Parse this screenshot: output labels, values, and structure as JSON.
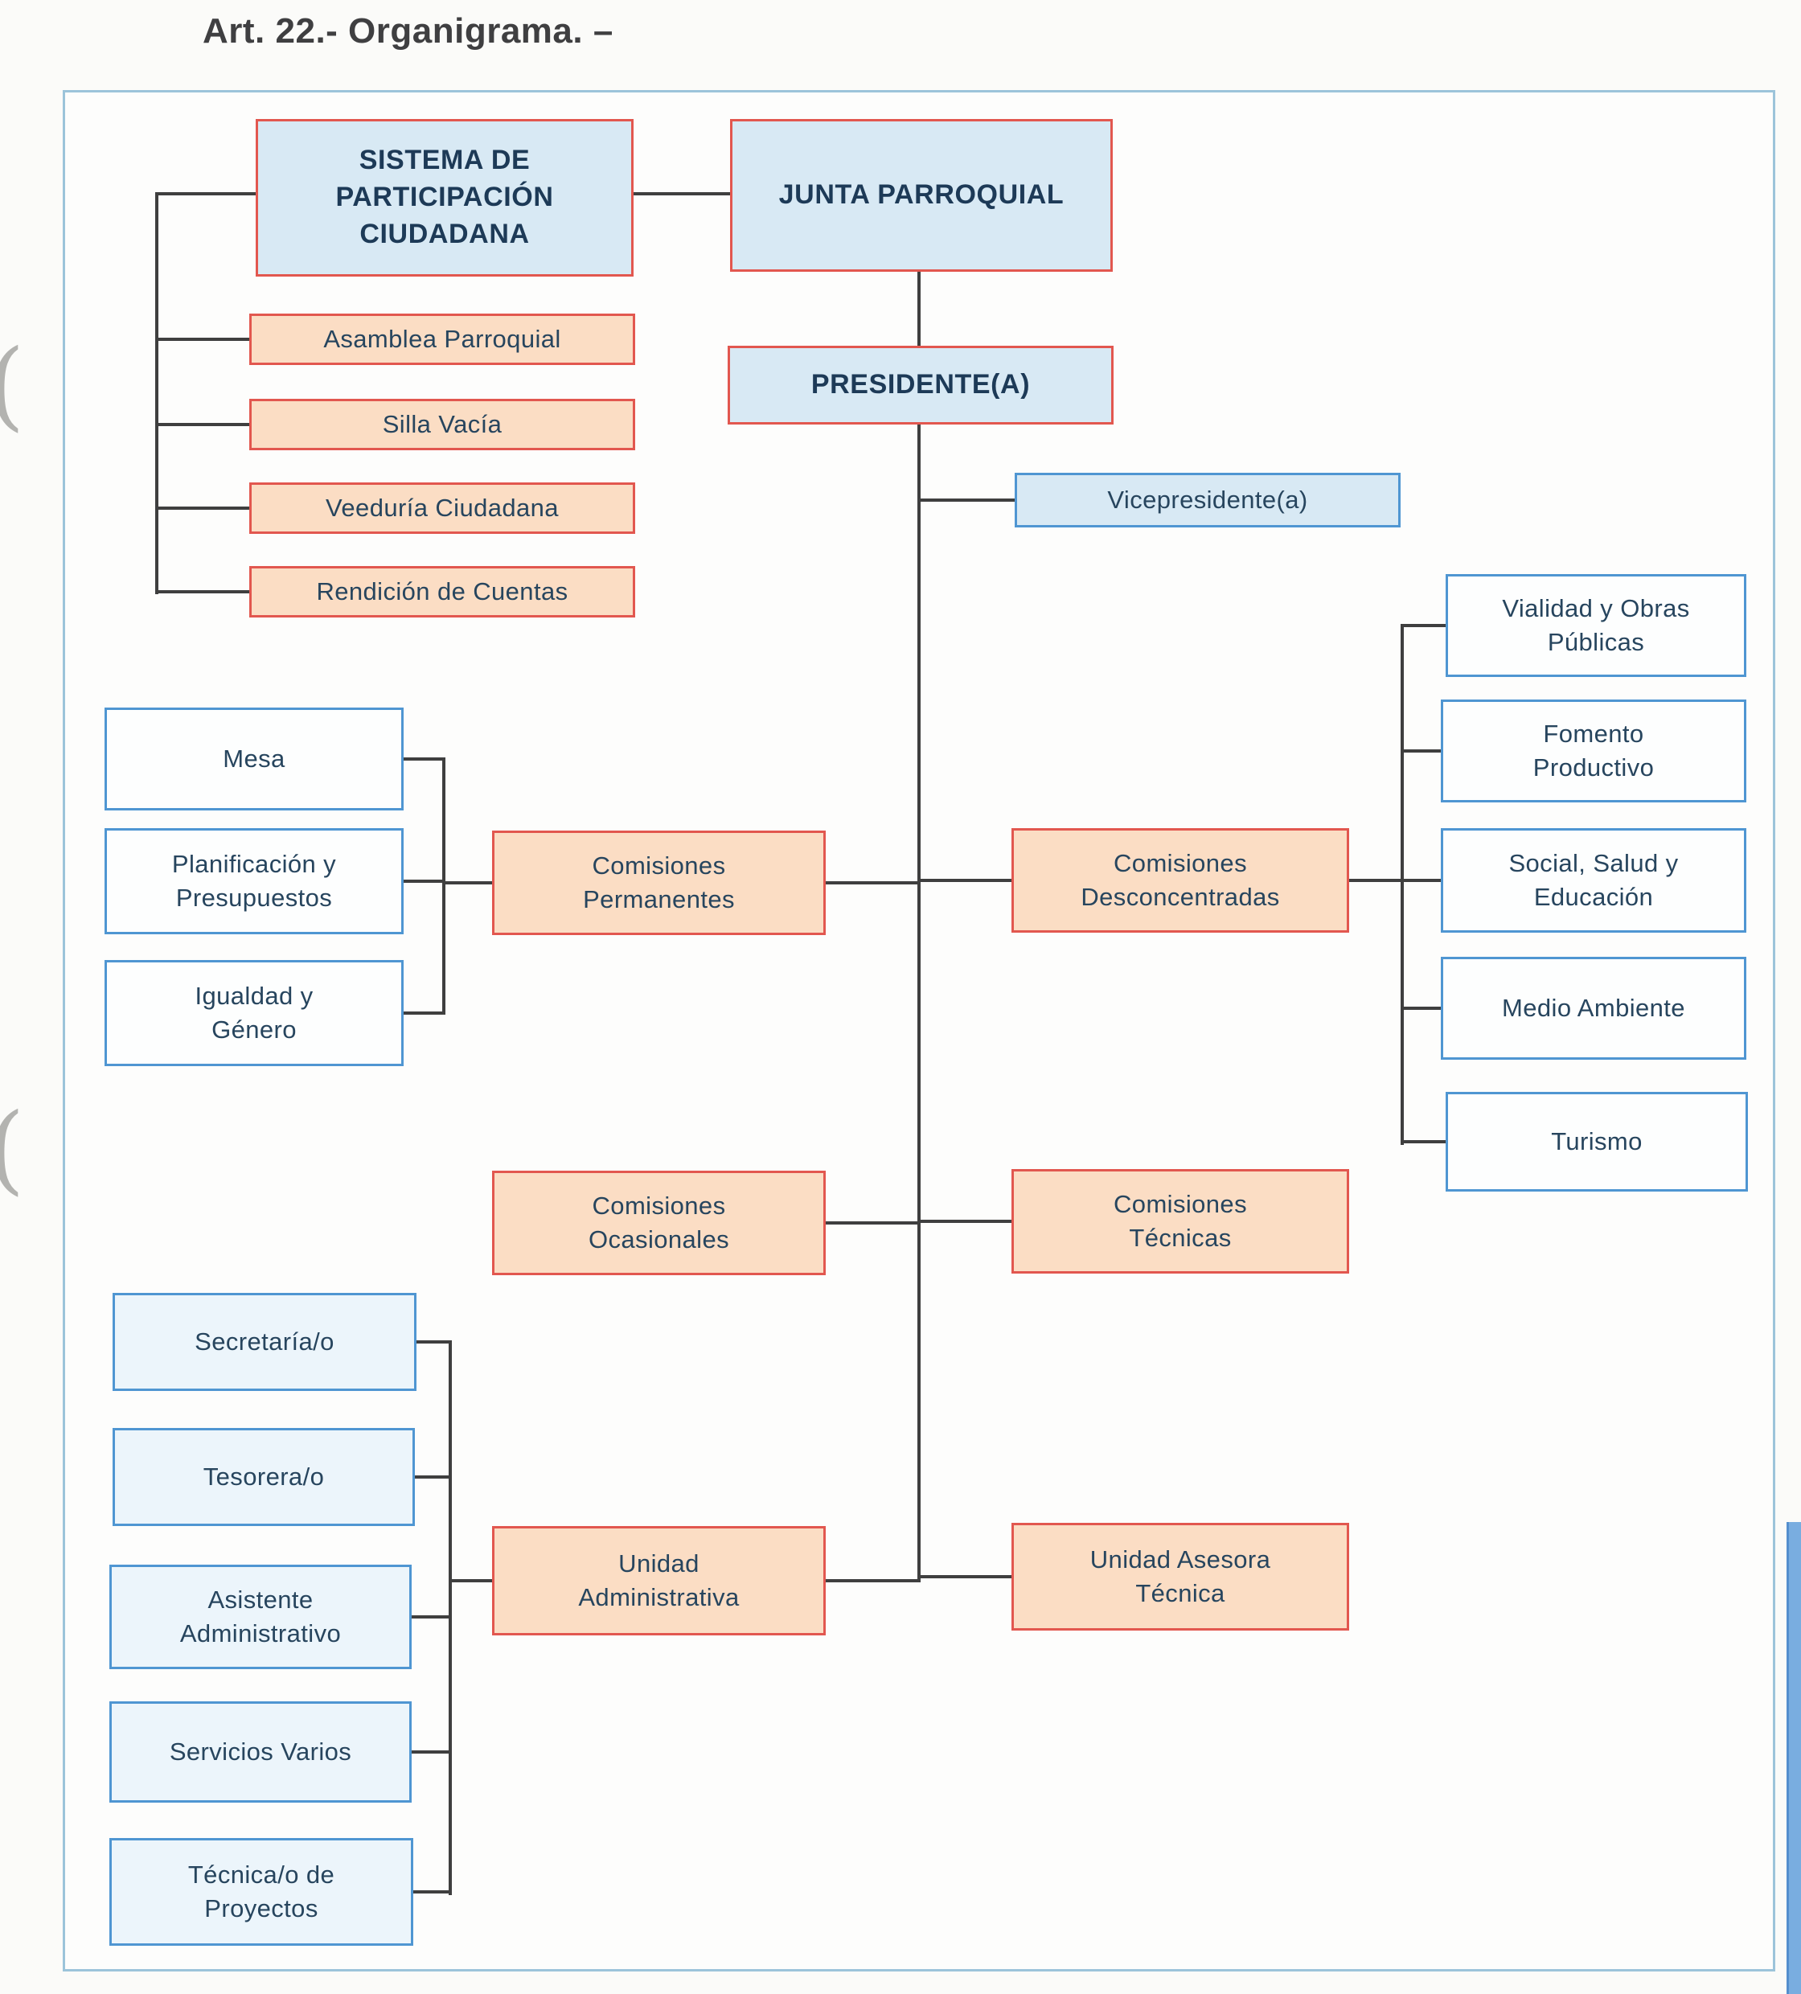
{
  "page": {
    "title": "Art. 22.- Organigrama. –"
  },
  "palette": {
    "box-red-border": "#e2574f",
    "box-blue-border": "#4f96d2",
    "fill-lightblue": "#d8e9f4",
    "fill-peach": "#fbddc4",
    "fill-white": "#fdfefe",
    "fill-paleblue": "#ecf5fb",
    "line": "#3f3f3f",
    "text": "#27455e",
    "frame-border": "#9cc4da"
  },
  "chart": {
    "type": "org-chart",
    "nodes": {
      "sistema": "SISTEMA DE PARTICIPACIÓN CIUDADANA",
      "junta": "JUNTA PARROQUIAL",
      "asamblea": "Asamblea Parroquial",
      "silla": "Silla Vacía",
      "veeduria": "Veeduría Ciudadana",
      "rendicion": "Rendición de Cuentas",
      "presidente": "PRESIDENTE(A)",
      "vicepresidente": "Vicepresidente(a)",
      "mesa": "Mesa",
      "planificacion": "Planificación y Presupuestos",
      "igualdad": "Igualdad y Género",
      "com_permanentes": "Comisiones Permanentes",
      "com_desconcentradas": "Comisiones Desconcentradas",
      "vialidad": "Vialidad y Obras Públicas",
      "fomento": "Fomento Productivo",
      "social": "Social, Salud y Educación",
      "medio": "Medio Ambiente",
      "turismo": "Turismo",
      "com_ocasionales": "Comisiones Ocasionales",
      "com_tecnicas": "Comisiones Técnicas",
      "secretaria": "Secretaría/o",
      "tesorera": "Tesorera/o",
      "asistente": "Asistente Administrativo",
      "servicios": "Servicios Varios",
      "tecnica": "Técnica/o de Proyectos",
      "unidad_admin": "Unidad Administrativa",
      "unidad_asesora": "Unidad Asesora Técnica"
    },
    "edges": [
      [
        "sistema",
        "junta"
      ],
      [
        "sistema",
        "asamblea"
      ],
      [
        "sistema",
        "silla"
      ],
      [
        "sistema",
        "veeduria"
      ],
      [
        "sistema",
        "rendicion"
      ],
      [
        "junta",
        "presidente"
      ],
      [
        "presidente",
        "vicepresidente"
      ],
      [
        "presidente",
        "com_permanentes"
      ],
      [
        "presidente",
        "com_desconcentradas"
      ],
      [
        "presidente",
        "com_ocasionales"
      ],
      [
        "presidente",
        "com_tecnicas"
      ],
      [
        "presidente",
        "unidad_admin"
      ],
      [
        "presidente",
        "unidad_asesora"
      ],
      [
        "com_permanentes",
        "mesa"
      ],
      [
        "com_permanentes",
        "planificacion"
      ],
      [
        "com_permanentes",
        "igualdad"
      ],
      [
        "com_desconcentradas",
        "vialidad"
      ],
      [
        "com_desconcentradas",
        "fomento"
      ],
      [
        "com_desconcentradas",
        "social"
      ],
      [
        "com_desconcentradas",
        "medio"
      ],
      [
        "com_desconcentradas",
        "turismo"
      ],
      [
        "unidad_admin",
        "secretaria"
      ],
      [
        "unidad_admin",
        "tesorera"
      ],
      [
        "unidad_admin",
        "asistente"
      ],
      [
        "unidad_admin",
        "servicios"
      ],
      [
        "unidad_admin",
        "tecnica"
      ]
    ]
  }
}
